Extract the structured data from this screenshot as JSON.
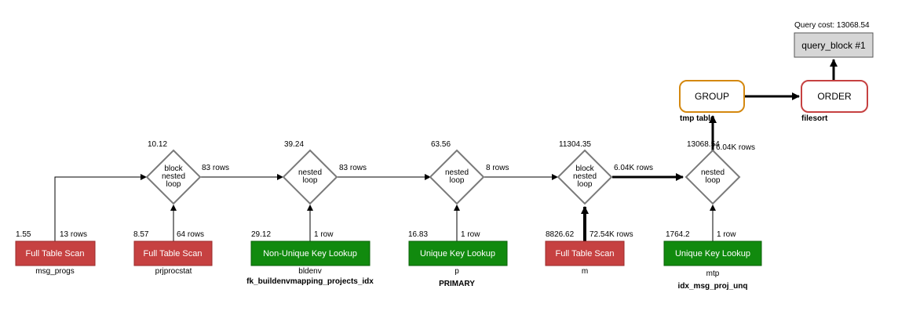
{
  "query_cost_label": "Query cost: 13068.54",
  "query_block_label": "query_block #1",
  "colors": {
    "full_scan": "#c64141",
    "key_lookup": "#118a0e",
    "group_border": "#d4880f",
    "order_border": "#c64141",
    "query_block_fill": "#d6d6d6",
    "diamond_border": "#7a7a7a"
  },
  "group": {
    "label": "GROUP",
    "note": "tmp table"
  },
  "order": {
    "label": "ORDER",
    "note": "filesort"
  },
  "tables": [
    {
      "cost": "1.55",
      "rows": "13 rows",
      "type": "Full Table Scan",
      "table": "msg_progs",
      "key": ""
    },
    {
      "cost": "8.57",
      "rows": "64 rows",
      "type": "Full Table Scan",
      "table": "prjprocstat",
      "key": ""
    },
    {
      "cost": "29.12",
      "rows": "1 row",
      "type": "Non-Unique Key Lookup",
      "table": "bldenv",
      "key": "fk_buildenvmapping_projects_idx"
    },
    {
      "cost": "16.83",
      "rows": "1 row",
      "type": "Unique Key Lookup",
      "table": "p",
      "key": "PRIMARY"
    },
    {
      "cost": "8826.62",
      "rows": "72.54K rows",
      "type": "Full Table Scan",
      "table": "m",
      "key": ""
    },
    {
      "cost": "1764.2",
      "rows": "1 row",
      "type": "Unique Key Lookup",
      "table": "mtp",
      "key": "idx_msg_proj_unq"
    }
  ],
  "loops": [
    {
      "cost": "10.12",
      "label1": "block",
      "label2": "nested",
      "label3": "loop",
      "out_rows": "83 rows"
    },
    {
      "cost": "39.24",
      "label1": "nested",
      "label2": "loop",
      "label3": "",
      "out_rows": "83 rows"
    },
    {
      "cost": "63.56",
      "label1": "nested",
      "label2": "loop",
      "label3": "",
      "out_rows": "8 rows"
    },
    {
      "cost": "11304.35",
      "label1": "block",
      "label2": "nested",
      "label3": "loop",
      "out_rows": "6.04K rows"
    },
    {
      "cost": "13068.54",
      "label1": "nested",
      "label2": "loop",
      "label3": "",
      "out_rows": "6.04K rows"
    }
  ]
}
